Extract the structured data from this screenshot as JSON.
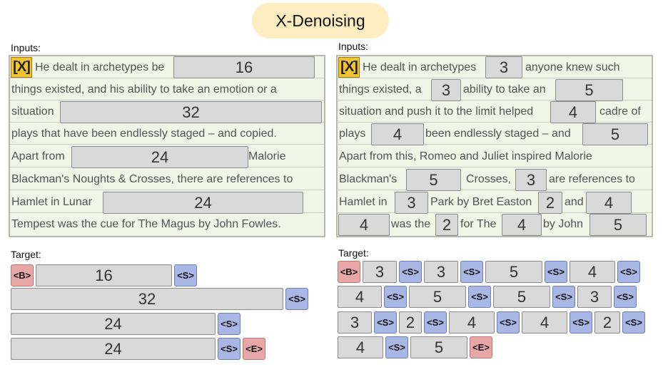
{
  "title": "X-Denoising",
  "left": {
    "inputs_label": "Inputs:",
    "target_label": "Target:",
    "rows": [
      {
        "text1": "He dealt in archetypes be",
        "num": "16"
      },
      {
        "text1": "things existed, and his ability to take an emotion or a"
      },
      {
        "text1": "situation",
        "num": "32"
      },
      {
        "text1": "plays that have been endlessly staged – and copied."
      },
      {
        "text1": "Apart from",
        "num": "24",
        "text2": "Malorie"
      },
      {
        "text1": "Blackman's Noughts & Crosses, there are references to"
      },
      {
        "text1": "Hamlet in Lunar",
        "num": "24"
      },
      {
        "text1": "Tempest was the cue for The Magus by John Fowles."
      }
    ],
    "target": {
      "row1": [
        "<B>",
        "16",
        "<S>"
      ],
      "row2": [
        "32",
        "<S>"
      ],
      "row3": [
        "24",
        "<S>"
      ],
      "row4": [
        "24",
        "<S>",
        "<E>"
      ]
    }
  },
  "right": {
    "inputs_label": "Inputs:",
    "target_label": "Target:",
    "rows": [
      {
        "t1": "He dealt in archetypes",
        "n1": "3",
        "t2": "anyone knew such"
      },
      {
        "t1": "things existed, a",
        "n1": "3",
        "t2": "ability to take an",
        "n2": "5"
      },
      {
        "t1": "situation and push it to the limit helped",
        "n1": "4",
        "t2": "cadre of"
      },
      {
        "t1": "plays",
        "n1": "4",
        "t2": "been endlessly staged – and",
        "n2": "5"
      },
      {
        "t1": "Apart from  this, Romeo and Juliet inspired Malorie"
      },
      {
        "t1": "Blackman's",
        "n1": "5",
        "t2": "Crosses,",
        "n2": "3",
        "t3": "are references to"
      },
      {
        "t1": "Hamlet in",
        "n1": "3",
        "t2": "Park by Bret Easton",
        "n2": "2",
        "t3": "and",
        "n3": "4"
      },
      {
        "n0": "4",
        "t1": "was the",
        "n1": "2",
        "t2": "for The",
        "n2": "4",
        "t3": "by John",
        "n3": "5"
      }
    ],
    "target": {
      "row1": [
        "<B>",
        "3",
        "<S>",
        "3",
        "<S>",
        "5",
        "<S>",
        "4",
        "<S>"
      ],
      "row2": [
        "4",
        "<S>",
        "5",
        "<S>",
        "5",
        "<S>",
        "3",
        "<S>"
      ],
      "row3": [
        "3",
        "<S>",
        "2",
        "<S>",
        "4",
        "<S>",
        "4",
        "<S>",
        "2",
        "<S>"
      ],
      "row4": [
        "4",
        "<S>",
        "5",
        "<E>"
      ]
    }
  },
  "colors": {
    "title_bg": "#fdedc0",
    "panel_bg": "#f0f5e8",
    "mask_box": "#d9d9d9",
    "sentinel_x": "#f2c230",
    "token_s": "#a8b7e4",
    "token_be": "#e8a7a7"
  }
}
